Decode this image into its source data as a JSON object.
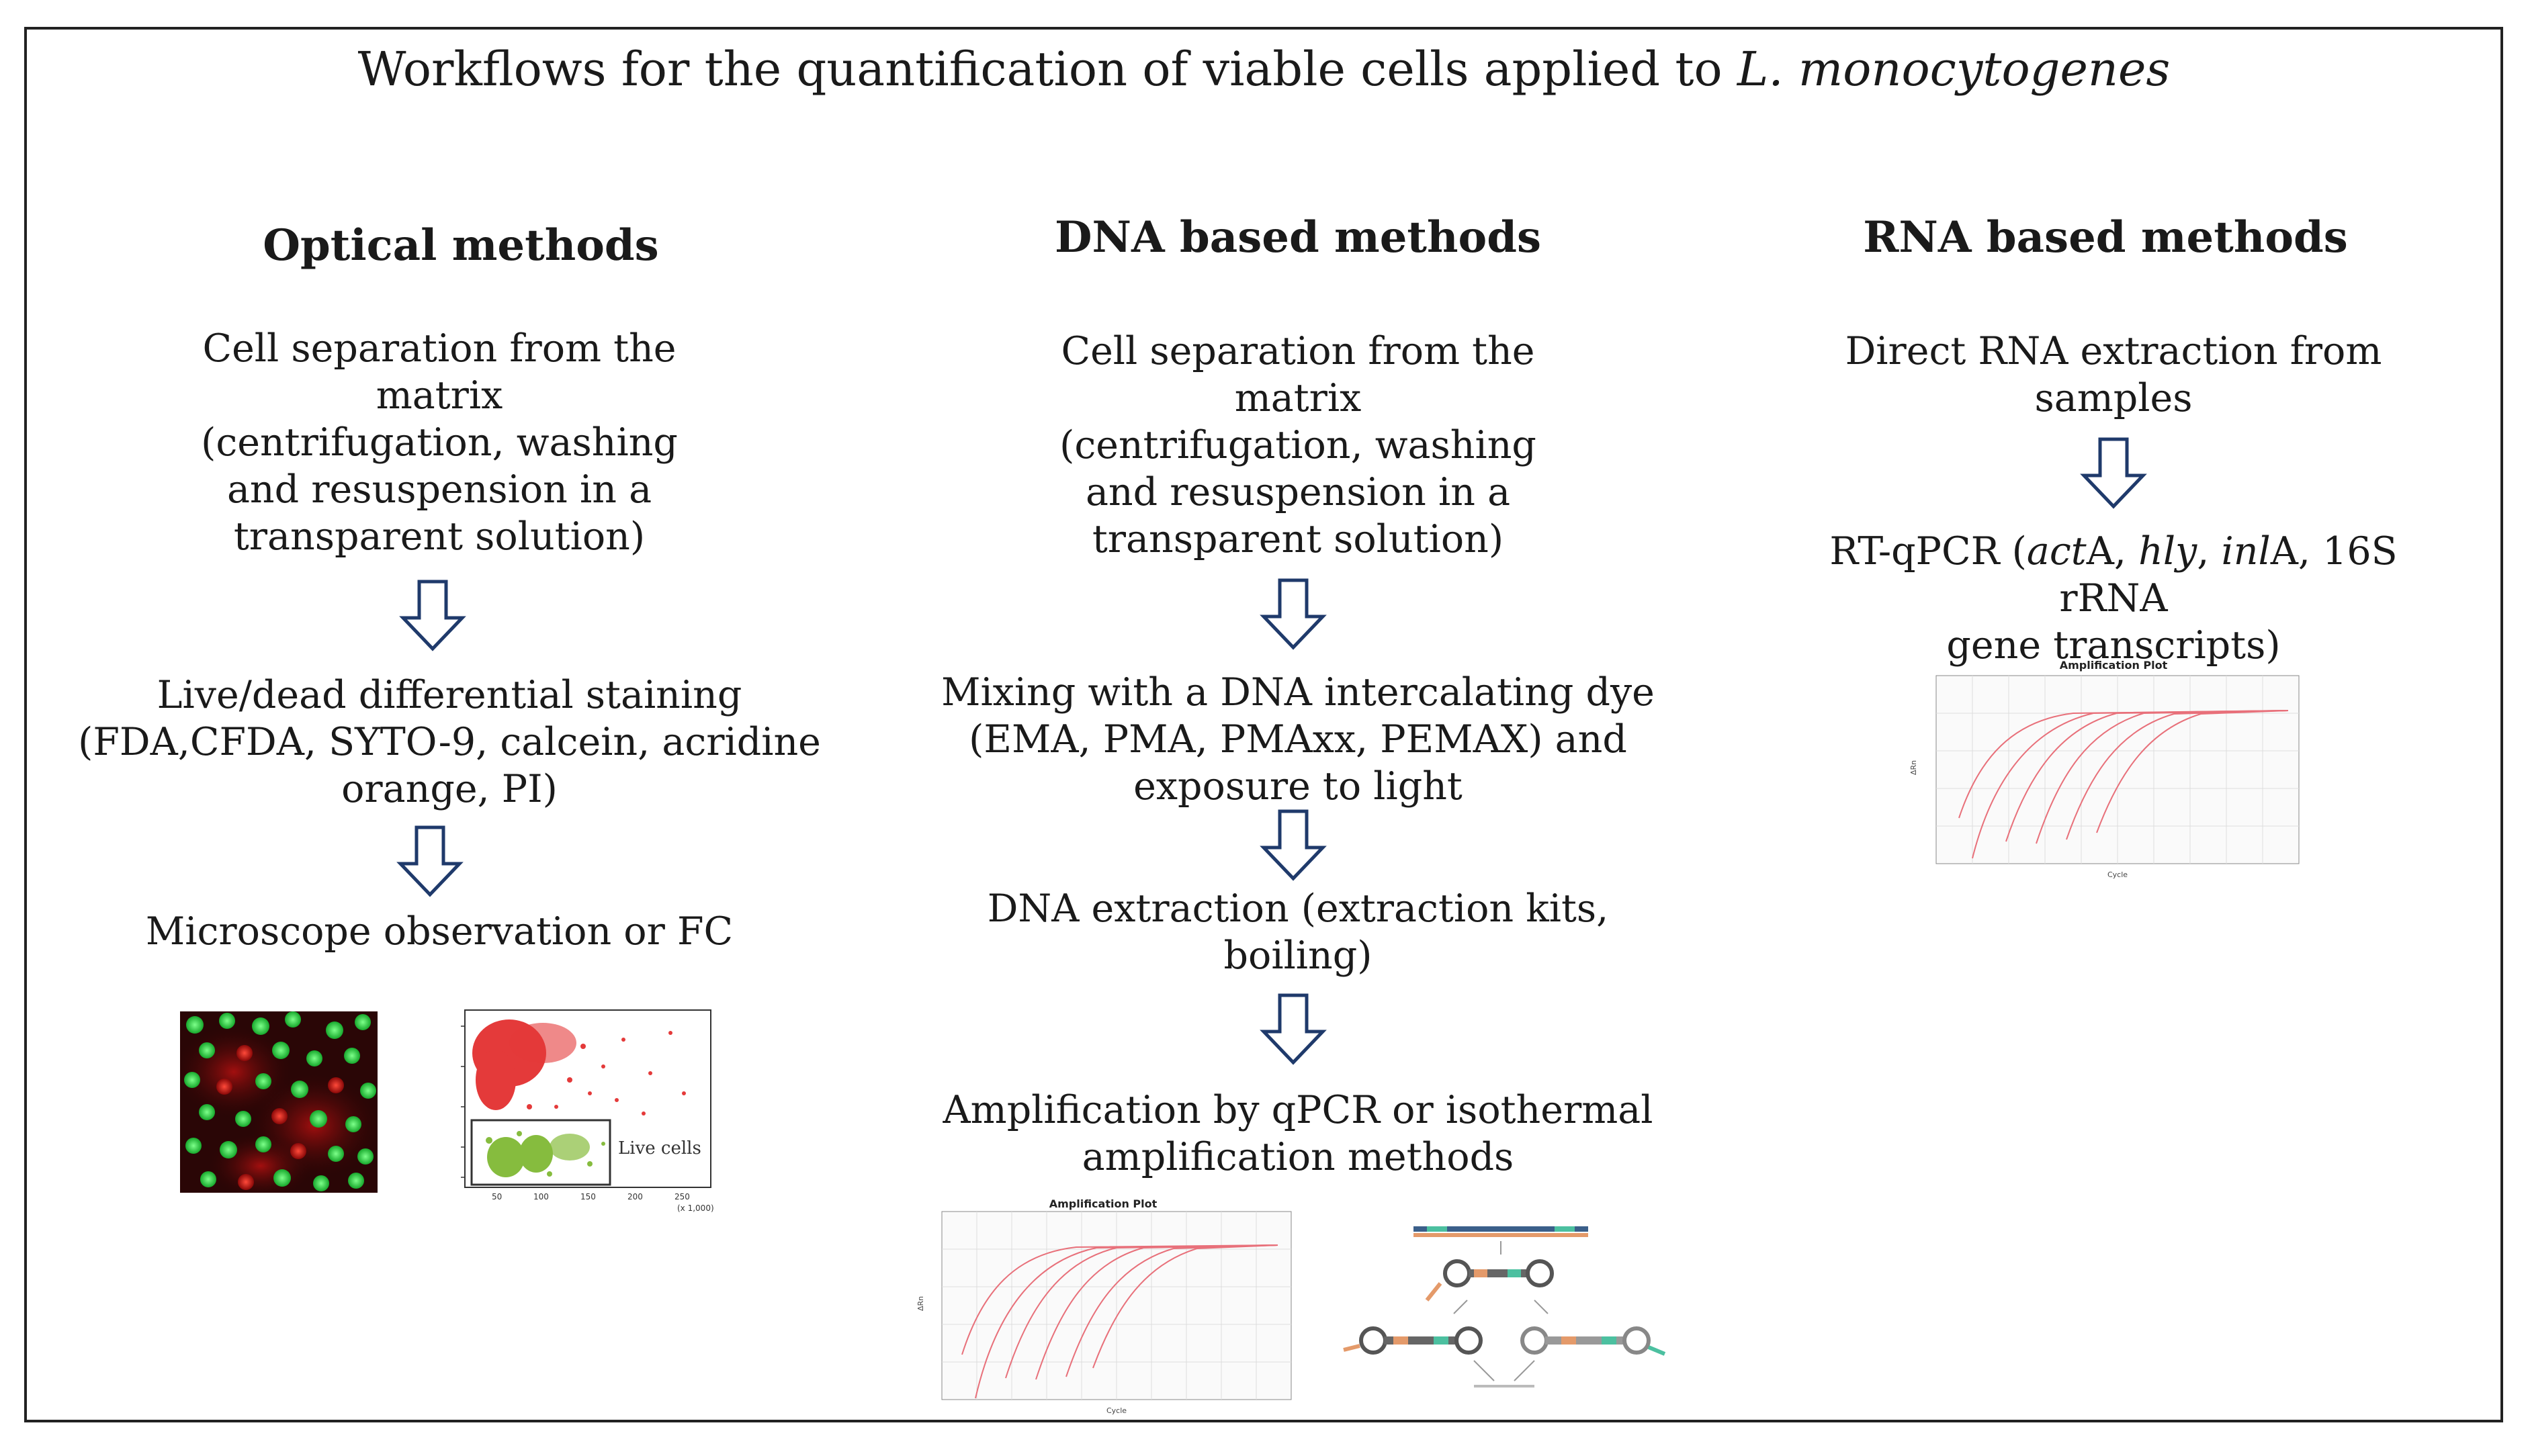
{
  "title": {
    "text": "Workflows for the quantification of viable cells applied to ",
    "italic": "L. monocytogenes"
  },
  "columns": {
    "optical": {
      "heading": "Optical methods",
      "step1": [
        "Cell separation from the",
        "matrix",
        "(centrifugation, washing",
        "and resuspension in a",
        "transparent solution)"
      ],
      "step2": [
        "Live/dead differential staining",
        "(FDA,CFDA, SYTO-9, calcein, acridine",
        "orange, PI)"
      ],
      "step3": "Microscope observation or FC",
      "fc_label": "Live cells",
      "fc_xticks": [
        "50",
        "100",
        "150",
        "200",
        "250"
      ],
      "fc_xunit": "(x 1,000)"
    },
    "dna": {
      "heading": "DNA based methods",
      "step1": [
        "Cell separation from the",
        "matrix",
        "(centrifugation, washing",
        "and resuspension in a",
        "transparent solution)"
      ],
      "step2": [
        "Mixing with a DNA intercalating dye",
        "(EMA, PMA, PMAxx, PEMAX) and",
        "exposure to light"
      ],
      "step3": [
        "DNA extraction (extraction kits,",
        "boiling)"
      ],
      "step4": [
        "Amplification by qPCR or isothermal",
        "amplification methods"
      ],
      "plot_title": "Amplification Plot",
      "plot_xlabel": "Cycle",
      "plot_ylabel": "ΔRn"
    },
    "rna": {
      "heading": "RNA based methods",
      "step1": [
        "Direct RNA extraction from",
        "samples"
      ],
      "step2_parts": [
        "RT-qPCR (",
        "act",
        "A, ",
        "hly",
        ", ",
        "inl",
        "A, 16S rRNA"
      ],
      "step2_line2": "gene transcripts)",
      "plot_title": "Amplification Plot",
      "plot_xlabel": "Cycle",
      "plot_ylabel": "ΔRn"
    }
  },
  "colors": {
    "arrow": "#1f3a6b",
    "amp_curve": "#e8707a",
    "live": "#2fd24a",
    "dead": "#e01818"
  }
}
